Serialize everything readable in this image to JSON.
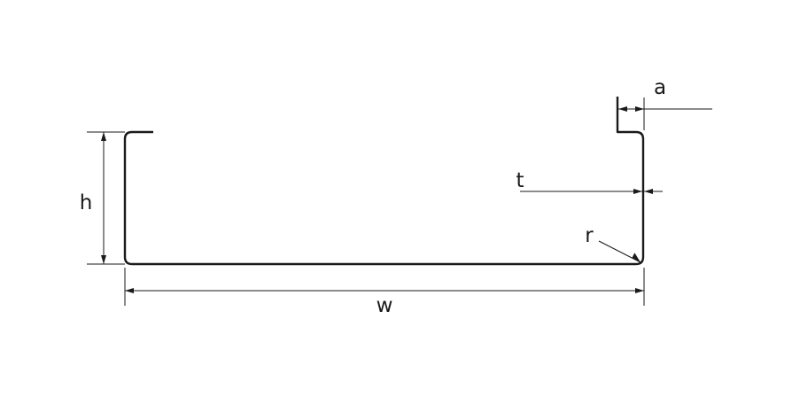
{
  "labels": {
    "height": "h",
    "width": "w",
    "thickness": "t",
    "radius": "r",
    "lip": "a"
  },
  "colors": {
    "line": "#1a1a1a",
    "background": "#ffffff"
  }
}
